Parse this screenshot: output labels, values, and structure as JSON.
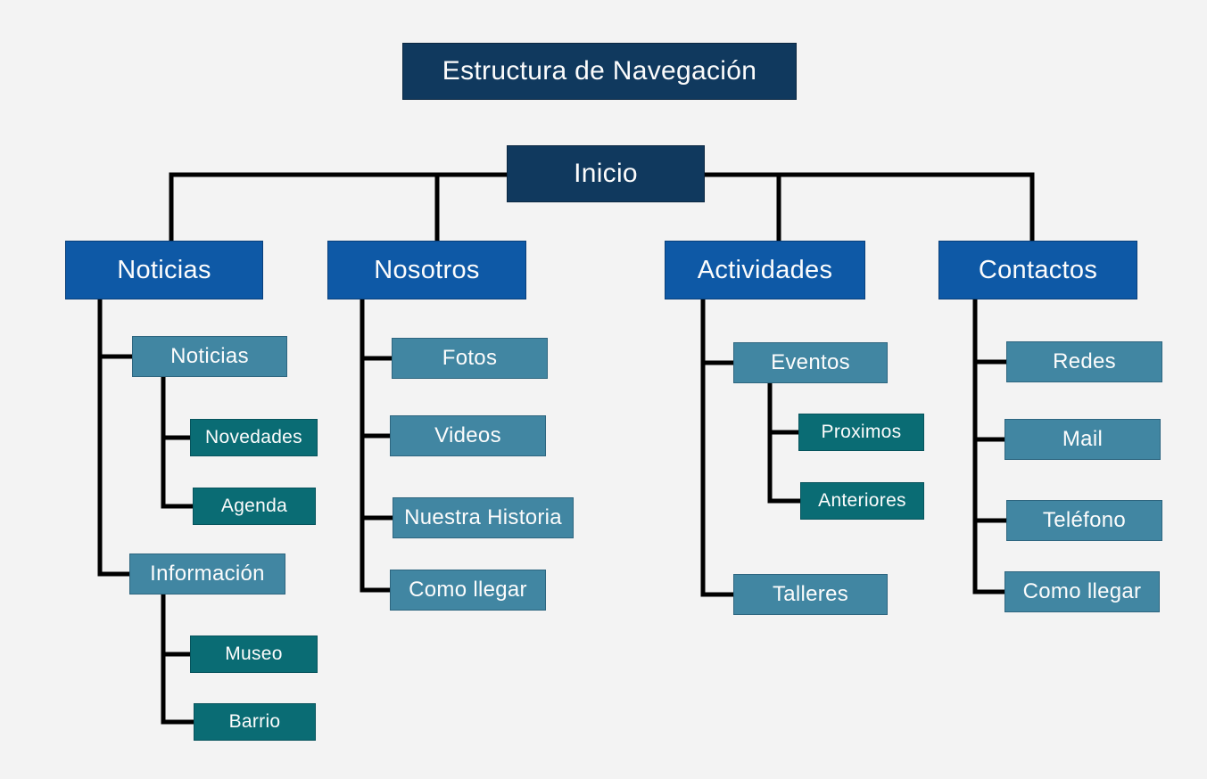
{
  "diagram": {
    "title": "Estructura de Navegación",
    "root": {
      "label": "Inicio"
    },
    "branches": [
      {
        "label": "Noticias",
        "children": [
          {
            "label": "Noticias",
            "children": [
              {
                "label": "Novedades"
              },
              {
                "label": "Agenda"
              }
            ]
          },
          {
            "label": "Información",
            "children": [
              {
                "label": "Museo"
              },
              {
                "label": "Barrio"
              }
            ]
          }
        ]
      },
      {
        "label": "Nosotros",
        "children": [
          {
            "label": "Fotos"
          },
          {
            "label": "Videos"
          },
          {
            "label": "Nuestra Historia"
          },
          {
            "label": "Como llegar"
          }
        ]
      },
      {
        "label": "Actividades",
        "children": [
          {
            "label": "Eventos",
            "children": [
              {
                "label": "Proximos"
              },
              {
                "label": "Anteriores"
              }
            ]
          },
          {
            "label": "Talleres"
          }
        ]
      },
      {
        "label": "Contactos",
        "children": [
          {
            "label": "Redes"
          },
          {
            "label": "Mail"
          },
          {
            "label": "Teléfono"
          },
          {
            "label": "Como llegar"
          }
        ]
      }
    ],
    "colors": {
      "background": "#f3f3f3",
      "level_root": "#10395e",
      "level_1": "#0e59a6",
      "level_2": "#4186a2",
      "level_3": "#0a6c74",
      "connector": "#000000",
      "text": "#fcfcfc"
    }
  }
}
